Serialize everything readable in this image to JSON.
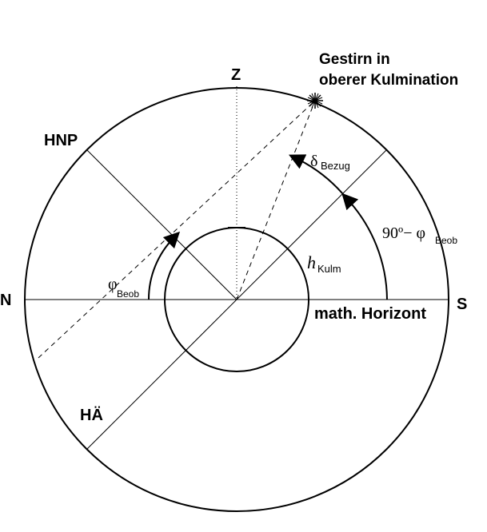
{
  "labels": {
    "zenith": "Z",
    "north": "N",
    "south": "S",
    "celestial_pole": "HNP",
    "celestial_equator": "HÄ",
    "horizon": "math. Horizont",
    "star_line1": "Gestirn in",
    "star_line2": "oberer Kulmination",
    "phi_symbol": "φ",
    "phi_sub": "Beob",
    "delta_symbol": "δ",
    "delta_sub": "Bezug",
    "h_symbol": "h",
    "h_sub": "Kulm",
    "colat_main": "90º− φ",
    "colat_sub": "Beob"
  },
  "colors": {
    "ink": "#000000",
    "background": "#ffffff"
  },
  "icons": {
    "star": "star-burst-icon"
  }
}
